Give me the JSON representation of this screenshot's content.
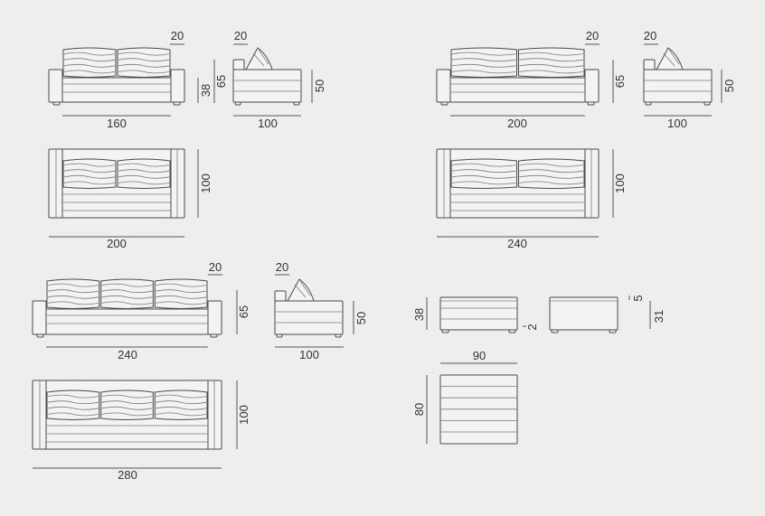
{
  "sofa_2_seat": {
    "front": {
      "back_offset": "20",
      "seat_height": "38",
      "total_height": "65",
      "seat_width": "160"
    },
    "side": {
      "back_offset": "20",
      "arm_height": "50",
      "depth": "100"
    },
    "top": {
      "depth": "100",
      "total_width": "200"
    }
  },
  "sofa_2_seat_large": {
    "front": {
      "back_offset": "20",
      "total_height": "65",
      "seat_width": "200"
    },
    "side": {
      "back_offset": "20",
      "arm_height": "50",
      "depth": "100"
    },
    "top": {
      "depth": "100",
      "total_width": "240"
    }
  },
  "sofa_3_seat": {
    "front": {
      "back_offset": "20",
      "total_height": "65",
      "seat_width": "240"
    },
    "side": {
      "back_offset": "20",
      "arm_height": "50",
      "depth": "100"
    },
    "top": {
      "depth": "100",
      "total_width": "280"
    }
  },
  "ottoman": {
    "front": {
      "height": "38",
      "feet_height": "2"
    },
    "side": {
      "top_thickness": "5",
      "body_height": "31"
    },
    "top": {
      "width": "90",
      "depth": "80"
    }
  },
  "colors": {
    "background": "#efeeec",
    "line": "#4a4a4a"
  }
}
